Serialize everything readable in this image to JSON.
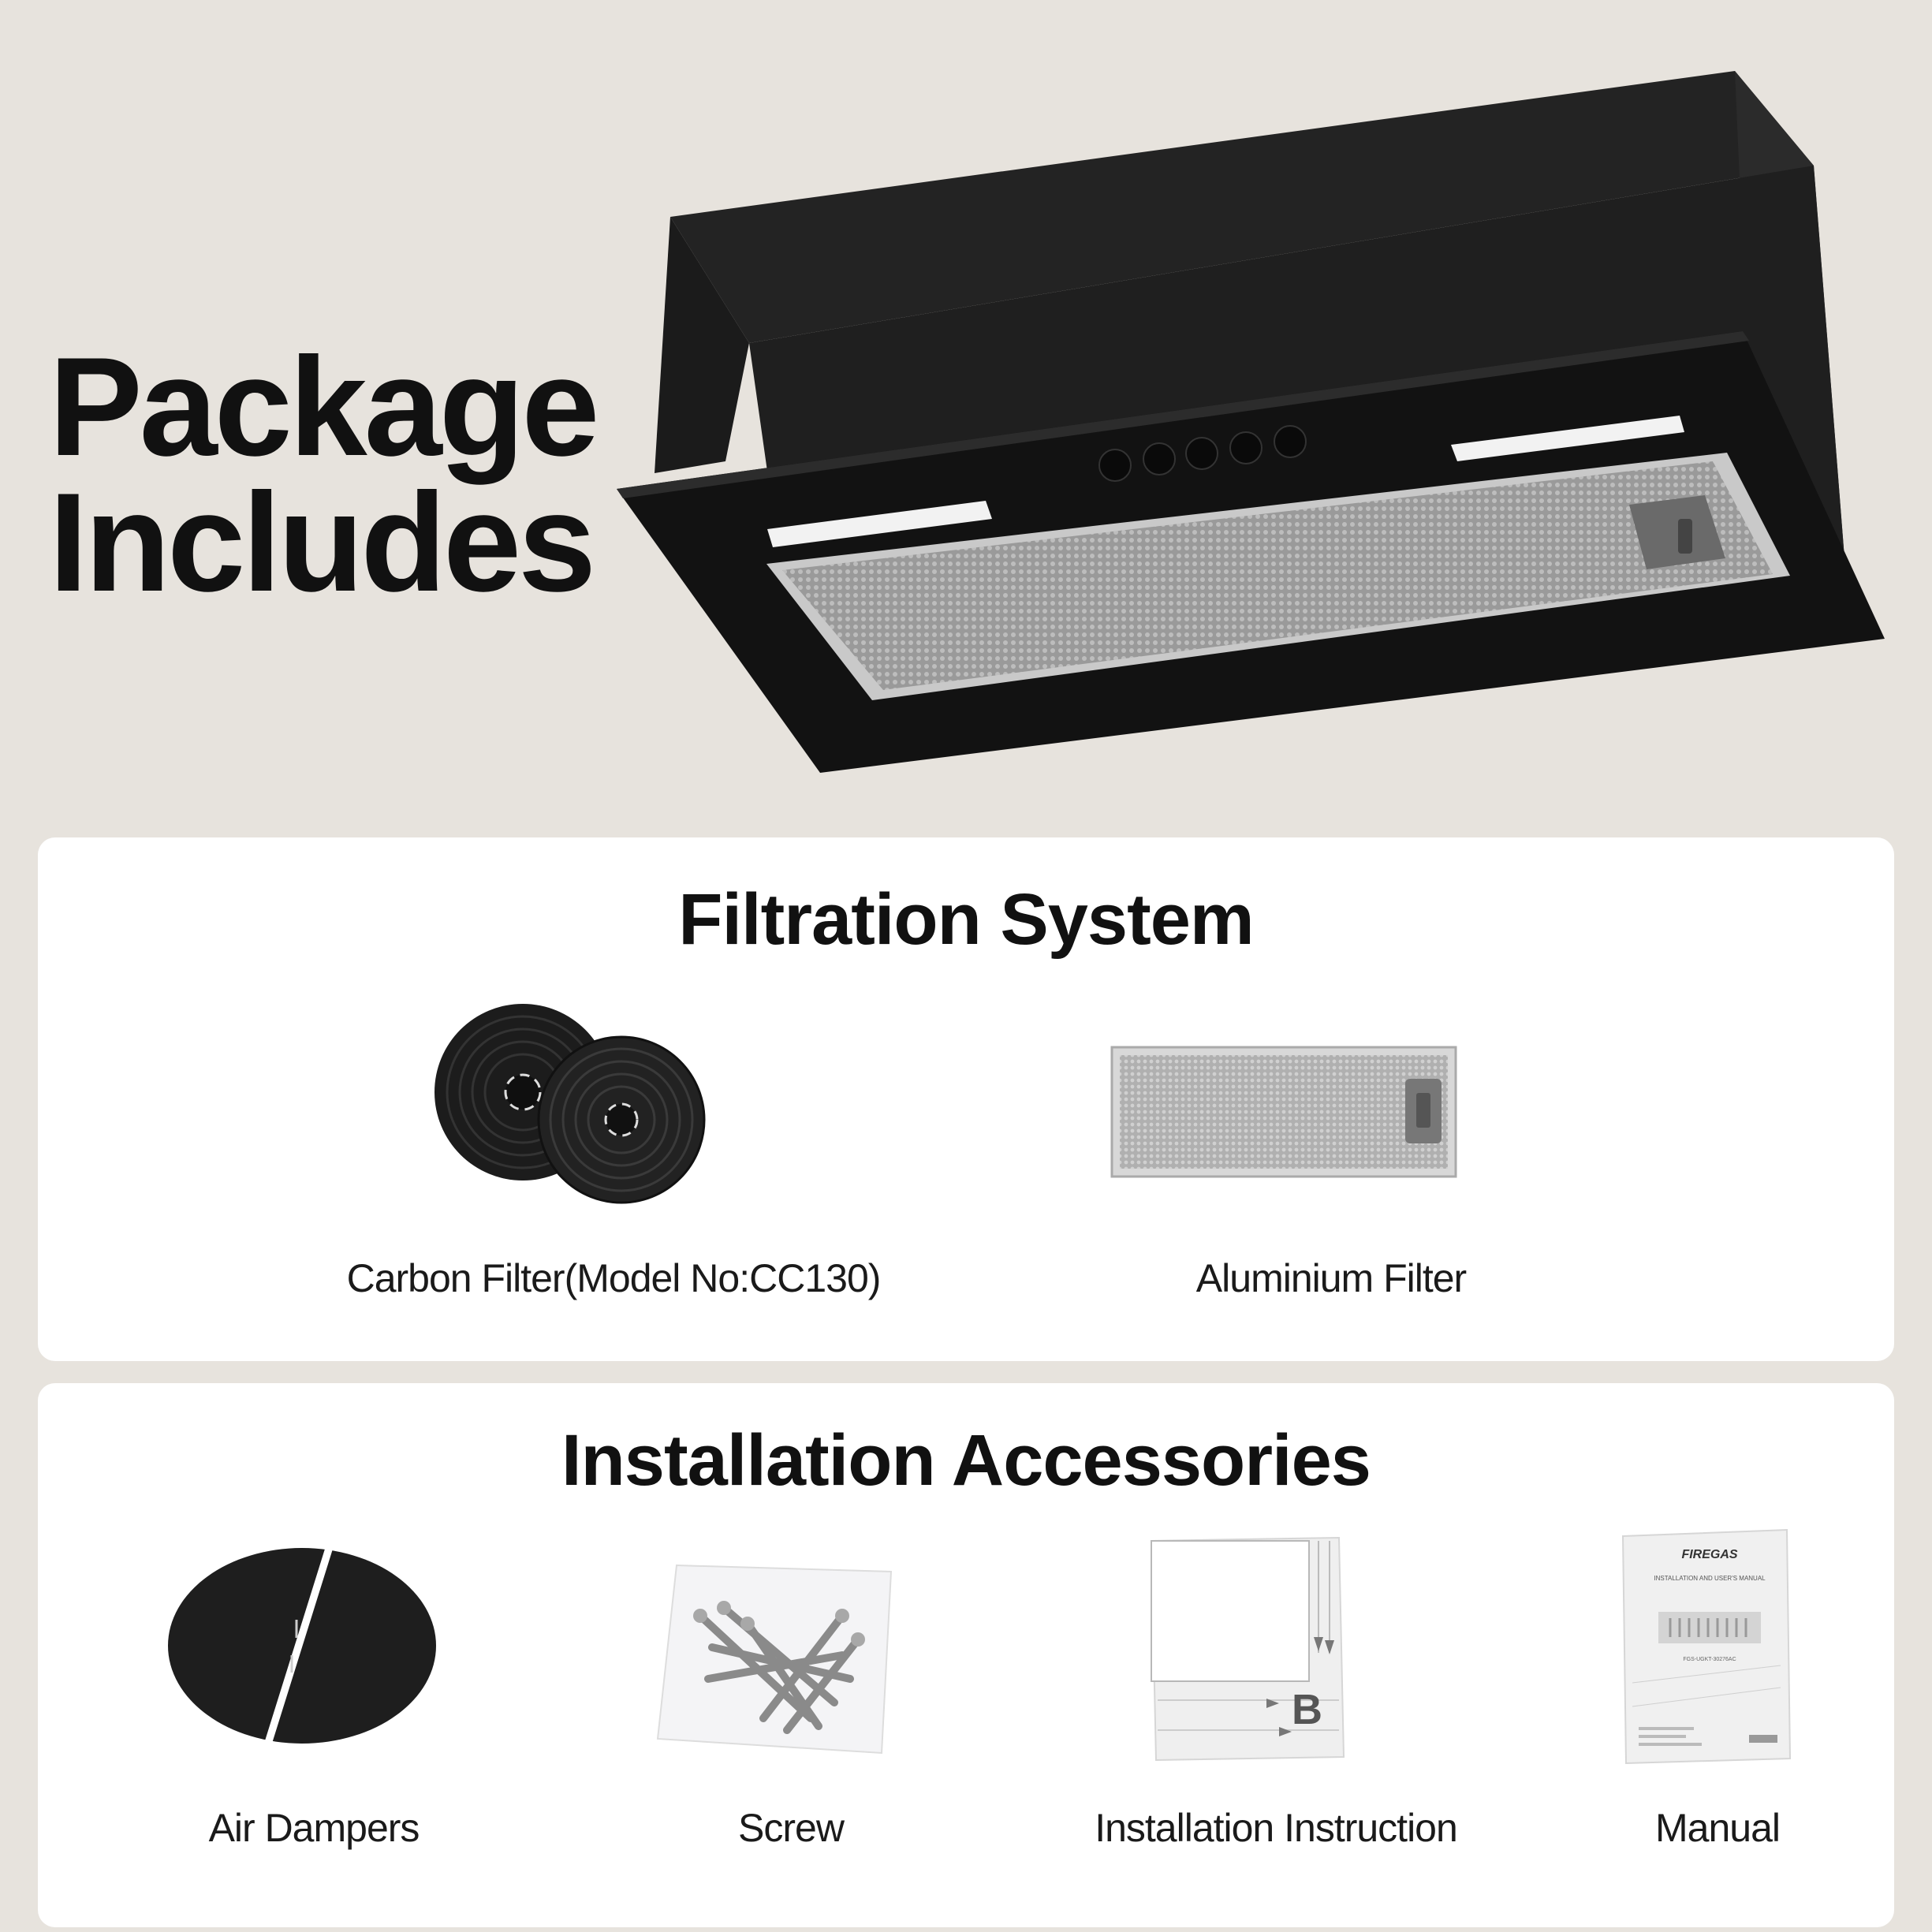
{
  "headline": {
    "line1": "Package",
    "line2": "Includes"
  },
  "filtration": {
    "title": "Filtration System",
    "items": [
      {
        "label": "Carbon Filter(Model No:CC130)"
      },
      {
        "label": "Aluminium Filter"
      }
    ]
  },
  "accessories": {
    "title": "Installation Accessories",
    "items": [
      {
        "label": "Air Dampers"
      },
      {
        "label": "Screw"
      },
      {
        "label": "Installation Instruction",
        "diagram_letter": "B"
      },
      {
        "label": "Manual",
        "brand": "FIREGAS",
        "heading": "INSTALLATION AND USER'S MANUAL",
        "model": "FGS-UGKT-30276AC"
      }
    ]
  },
  "colors": {
    "background": "#e7e3dd",
    "card": "#ffffff",
    "hood": "#141414",
    "text": "#111111"
  }
}
